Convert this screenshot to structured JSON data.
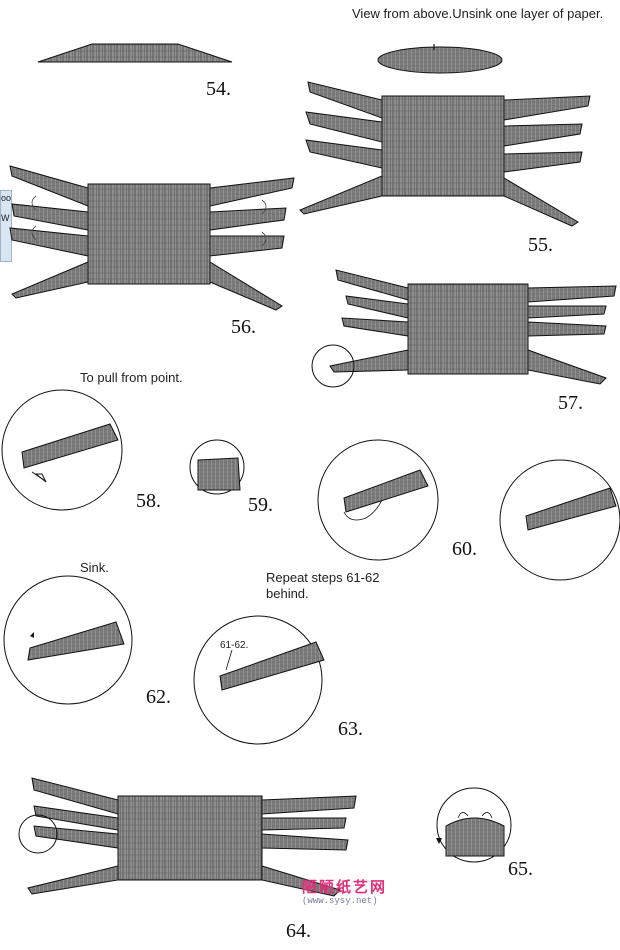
{
  "instructions": {
    "step55": "View from above.Unsink one layer of paper.",
    "step58": "To pull from point.",
    "step62": "Sink.",
    "step63_line1": "Repeat steps 61-62",
    "step63_line2": "behind.",
    "step63_callout": "61-62."
  },
  "steps": {
    "s54": "54.",
    "s55": "55.",
    "s56": "56.",
    "s57": "57.",
    "s58": "58.",
    "s59": "59.",
    "s60": "60.",
    "s62": "62.",
    "s63": "63.",
    "s64": "64.",
    "s65": "65."
  },
  "watermark": {
    "title": "陋陋纸艺网",
    "url": "(www.sysy.net)"
  },
  "edge_fragment": {
    "line1": "oo",
    "line2": "W"
  },
  "colors": {
    "paper": "#8e8e8e",
    "paper_dark": "#5a5a5a",
    "line": "#1a1a1a",
    "accent": "#e0307a"
  }
}
